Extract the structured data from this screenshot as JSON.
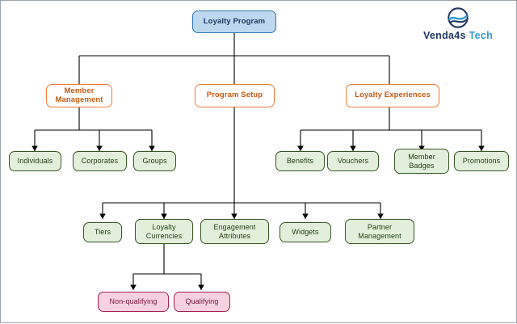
{
  "diagram": {
    "title": "Loyalty Program structure tree",
    "colors": {
      "root_fill": "#bdd7ee",
      "root_border": "#2e75b6",
      "level2_border": "#ed7d31",
      "leaf_fill": "#e2efda",
      "leaf_border": "#375623",
      "highlight_fill": "#f6d2e0",
      "highlight_border": "#a02050",
      "connector": "#000000",
      "frame": "#9aa3ab"
    },
    "root": {
      "label": "Loyalty Program"
    },
    "branches": [
      {
        "label": "Member Management"
      },
      {
        "label": "Program Setup"
      },
      {
        "label": "Loyalty Experiences"
      }
    ],
    "member_management_children": [
      {
        "label": "Individuals"
      },
      {
        "label": "Corporates"
      },
      {
        "label": "Groups"
      }
    ],
    "loyalty_experiences_children": [
      {
        "label": "Benefits"
      },
      {
        "label": "Vouchers"
      },
      {
        "label": "Member\nBadges"
      },
      {
        "label": "Promotions"
      }
    ],
    "program_setup_children": [
      {
        "label": "Tiers"
      },
      {
        "label": "Loyalty\nCurrencies"
      },
      {
        "label": "Engagement\nAttributes"
      },
      {
        "label": "Widgets"
      },
      {
        "label": "Partner\nManagement"
      }
    ],
    "loyalty_currencies_children": [
      {
        "label": "Non-qualifying"
      },
      {
        "label": "Qualifying"
      }
    ]
  },
  "logo": {
    "mark_name": "wave-swoosh-mark",
    "text_primary": "Venda4s ",
    "text_accent": "Tech"
  }
}
